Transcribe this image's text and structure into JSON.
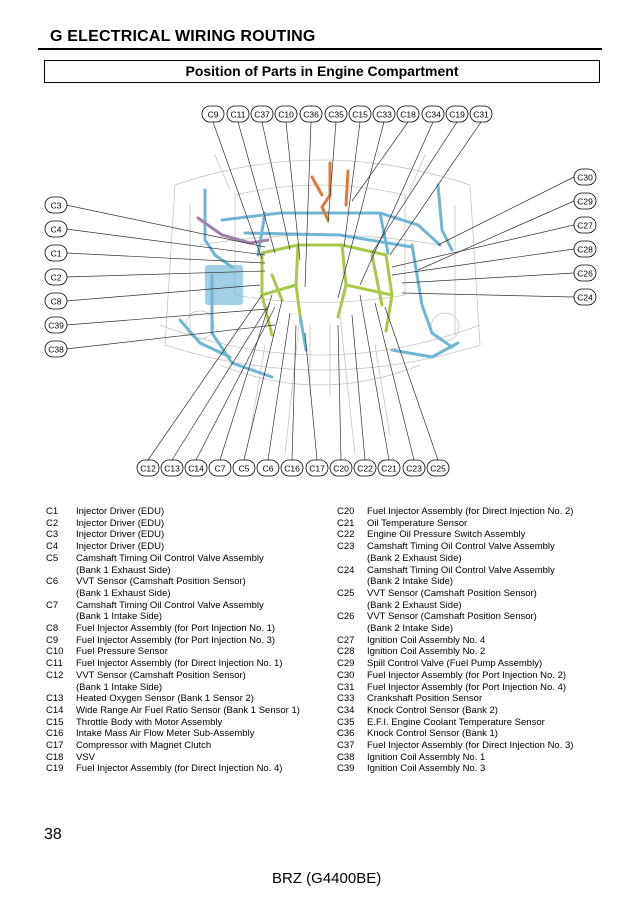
{
  "header": {
    "section_title": "G  ELECTRICAL WIRING ROUTING",
    "diagram_title": "Position of Parts in Engine Compartment"
  },
  "colors": {
    "harness_blue": "#6fb6d6",
    "harness_green": "#a8c84a",
    "harness_orange": "#e07a3a",
    "harness_purple": "#a07fa8",
    "engine_line": "#c4c4c4",
    "callout_line": "#333333"
  },
  "callouts": {
    "top": [
      "C9",
      "C11",
      "C37",
      "C10",
      "C36",
      "C35",
      "C15",
      "C33",
      "C18",
      "C34",
      "C19",
      "C31"
    ],
    "left": [
      "C3",
      "C4",
      "C1",
      "C2",
      "C8",
      "C39",
      "C38"
    ],
    "right": [
      "C30",
      "C29",
      "C27",
      "C28",
      "C26",
      "C24"
    ],
    "bottom": [
      "C12",
      "C13",
      "C14",
      "C7",
      "C5",
      "C6",
      "C16",
      "C17",
      "C20",
      "C22",
      "C21",
      "C23",
      "C25"
    ]
  },
  "legend": {
    "left": [
      {
        "code": "C1",
        "text": "Injector Driver (EDU)"
      },
      {
        "code": "C2",
        "text": "Injector Driver (EDU)"
      },
      {
        "code": "C3",
        "text": "Injector Driver (EDU)"
      },
      {
        "code": "C4",
        "text": "Injector Driver (EDU)"
      },
      {
        "code": "C5",
        "text": "Camshaft Timing Oil Control Valve Assembly"
      },
      {
        "code": "",
        "text": "(Bank 1 Exhaust Side)"
      },
      {
        "code": "C6",
        "text": "VVT Sensor (Camshaft Position Sensor)"
      },
      {
        "code": "",
        "text": "(Bank 1 Exhaust Side)"
      },
      {
        "code": "C7",
        "text": "Camshaft Timing Oil Control Valve Assembly"
      },
      {
        "code": "",
        "text": "(Bank 1 Intake Side)"
      },
      {
        "code": "C8",
        "text": "Fuel Injector Assembly (for Port Injection No. 1)"
      },
      {
        "code": "C9",
        "text": "Fuel Injector Assembly (for Port Injection No. 3)"
      },
      {
        "code": "C10",
        "text": "Fuel Pressure Sensor"
      },
      {
        "code": "C11",
        "text": "Fuel Injector Assembly (for Direct Injection No. 1)"
      },
      {
        "code": "C12",
        "text": "VVT Sensor (Camshaft Position Sensor)"
      },
      {
        "code": "",
        "text": "(Bank 1 Intake Side)"
      },
      {
        "code": "C13",
        "text": "Heated Oxygen Sensor (Bank 1 Sensor 2)"
      },
      {
        "code": "C14",
        "text": "Wide Range Air Fuel Ratio Sensor (Bank 1 Sensor 1)"
      },
      {
        "code": "C15",
        "text": "Throttle Body with Motor Assembly"
      },
      {
        "code": "C16",
        "text": "Intake Mass Air Flow Meter Sub-Assembly"
      },
      {
        "code": "C17",
        "text": "Compressor with Magnet Clutch"
      },
      {
        "code": "C18",
        "text": "VSV"
      },
      {
        "code": "C19",
        "text": "Fuel Injector Assembly (for Direct Injection No. 4)"
      }
    ],
    "right": [
      {
        "code": "C20",
        "text": "Fuel Injector Assembly (for Direct Injection No. 2)"
      },
      {
        "code": "C21",
        "text": "Oil Temperature Sensor"
      },
      {
        "code": "C22",
        "text": "Engine Oil Pressure Switch Assembly"
      },
      {
        "code": "C23",
        "text": "Camshaft Timing Oil Control Valve Assembly"
      },
      {
        "code": "",
        "text": "(Bank 2 Exhaust Side)"
      },
      {
        "code": "C24",
        "text": "Camshaft Timing Oil Control Valve Assembly"
      },
      {
        "code": "",
        "text": "(Bank 2 Intake Side)"
      },
      {
        "code": "C25",
        "text": "VVT Sensor (Camshaft Position Sensor)"
      },
      {
        "code": "",
        "text": "(Bank 2 Exhaust Side)"
      },
      {
        "code": "C26",
        "text": "VVT Sensor (Camshaft Position Sensor)"
      },
      {
        "code": "",
        "text": "(Bank 2 Intake Side)"
      },
      {
        "code": "C27",
        "text": "Ignition Coil Assembly No. 4"
      },
      {
        "code": "C28",
        "text": "Ignition Coil Assembly No. 2"
      },
      {
        "code": "C29",
        "text": "Spill Control Valve (Fuel Pump Assembly)"
      },
      {
        "code": "C30",
        "text": "Fuel Injector Assembly (for Port Injection No. 2)"
      },
      {
        "code": "C31",
        "text": "Fuel Injector Assembly (for Port Injection No. 4)"
      },
      {
        "code": "C33",
        "text": "Crankshaft Position Sensor"
      },
      {
        "code": "C34",
        "text": "Knock Control Sensor (Bank 2)"
      },
      {
        "code": "C35",
        "text": "E.F.I. Engine Coolant Temperature Sensor"
      },
      {
        "code": "C36",
        "text": "Knock Control Sensor (Bank 1)"
      },
      {
        "code": "C37",
        "text": "Fuel Injector Assembly (for Direct Injection No. 3)"
      },
      {
        "code": "C38",
        "text": "Ignition Coil Assembly No. 1"
      },
      {
        "code": "C39",
        "text": "Ignition Coil Assembly No. 3"
      }
    ]
  },
  "footer": {
    "page_number": "38",
    "model": "BRZ (G4400BE)"
  }
}
